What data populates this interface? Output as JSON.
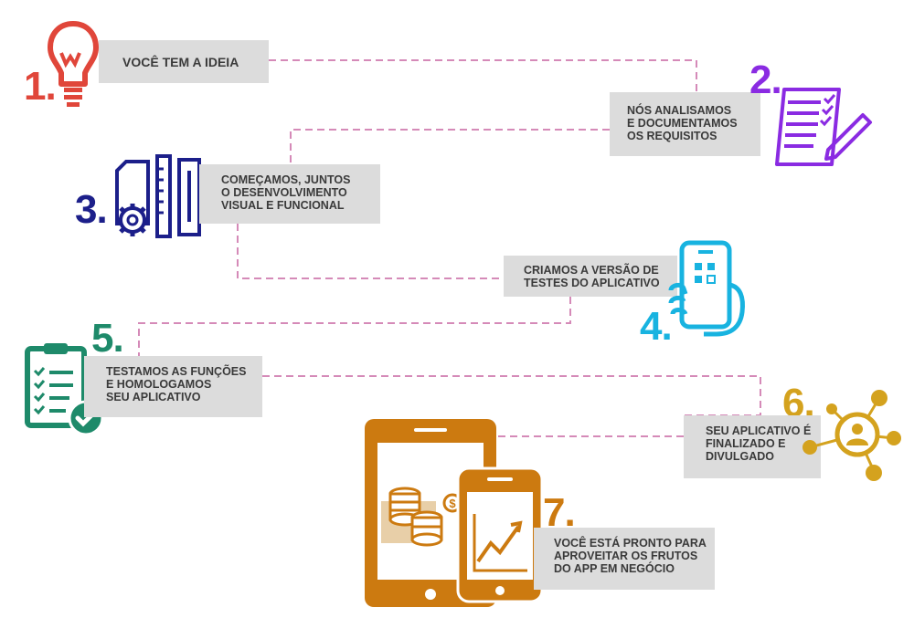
{
  "steps": [
    {
      "number": "1.",
      "lines": [
        "VOCÊ TEM A IDEIA"
      ],
      "color": "#e0463a",
      "icon": "lightbulb-icon"
    },
    {
      "number": "2.",
      "lines": [
        "NÓS ANALISAMOS",
        "E DOCUMENTAMOS",
        "OS REQUISITOS"
      ],
      "color": "#8a2be2",
      "icon": "checklist-pen-icon"
    },
    {
      "number": "3.",
      "lines": [
        "COMEÇAMOS, JUNTOS",
        "O DESENVOLVIMENTO",
        "VISUAL E FUNCIONAL"
      ],
      "color": "#1c1f8a",
      "icon": "design-gear-ruler-icon"
    },
    {
      "number": "4.",
      "lines": [
        "CRIAMOS A VERSÃO DE",
        "TESTES DO APLICATIVO"
      ],
      "color": "#18b3e0",
      "icon": "phone-in-hand-icon"
    },
    {
      "number": "5.",
      "lines": [
        "TESTAMOS AS FUNÇÕES",
        "E HOMOLOGAMOS",
        "SEU APLICATIVO"
      ],
      "color": "#1e8a6a",
      "icon": "clipboard-check-icon"
    },
    {
      "number": "6.",
      "lines": [
        "SEU APLICATIVO É",
        "FINALIZADO E",
        "DIVULGADO"
      ],
      "color": "#d4a21e",
      "icon": "network-person-icon"
    },
    {
      "number": "7.",
      "lines": [
        "VOCÊ ESTÁ PRONTO PARA",
        "APROVEITAR OS FRUTOS",
        "DO APP EM NEGÓCIO"
      ],
      "color": "#cc7a10",
      "icon": "tablet-phone-coins-icon"
    }
  ],
  "colors": {
    "connector": "#d58ab8",
    "box_bg": "#dcdcdc",
    "text": "#3a3a3a"
  }
}
